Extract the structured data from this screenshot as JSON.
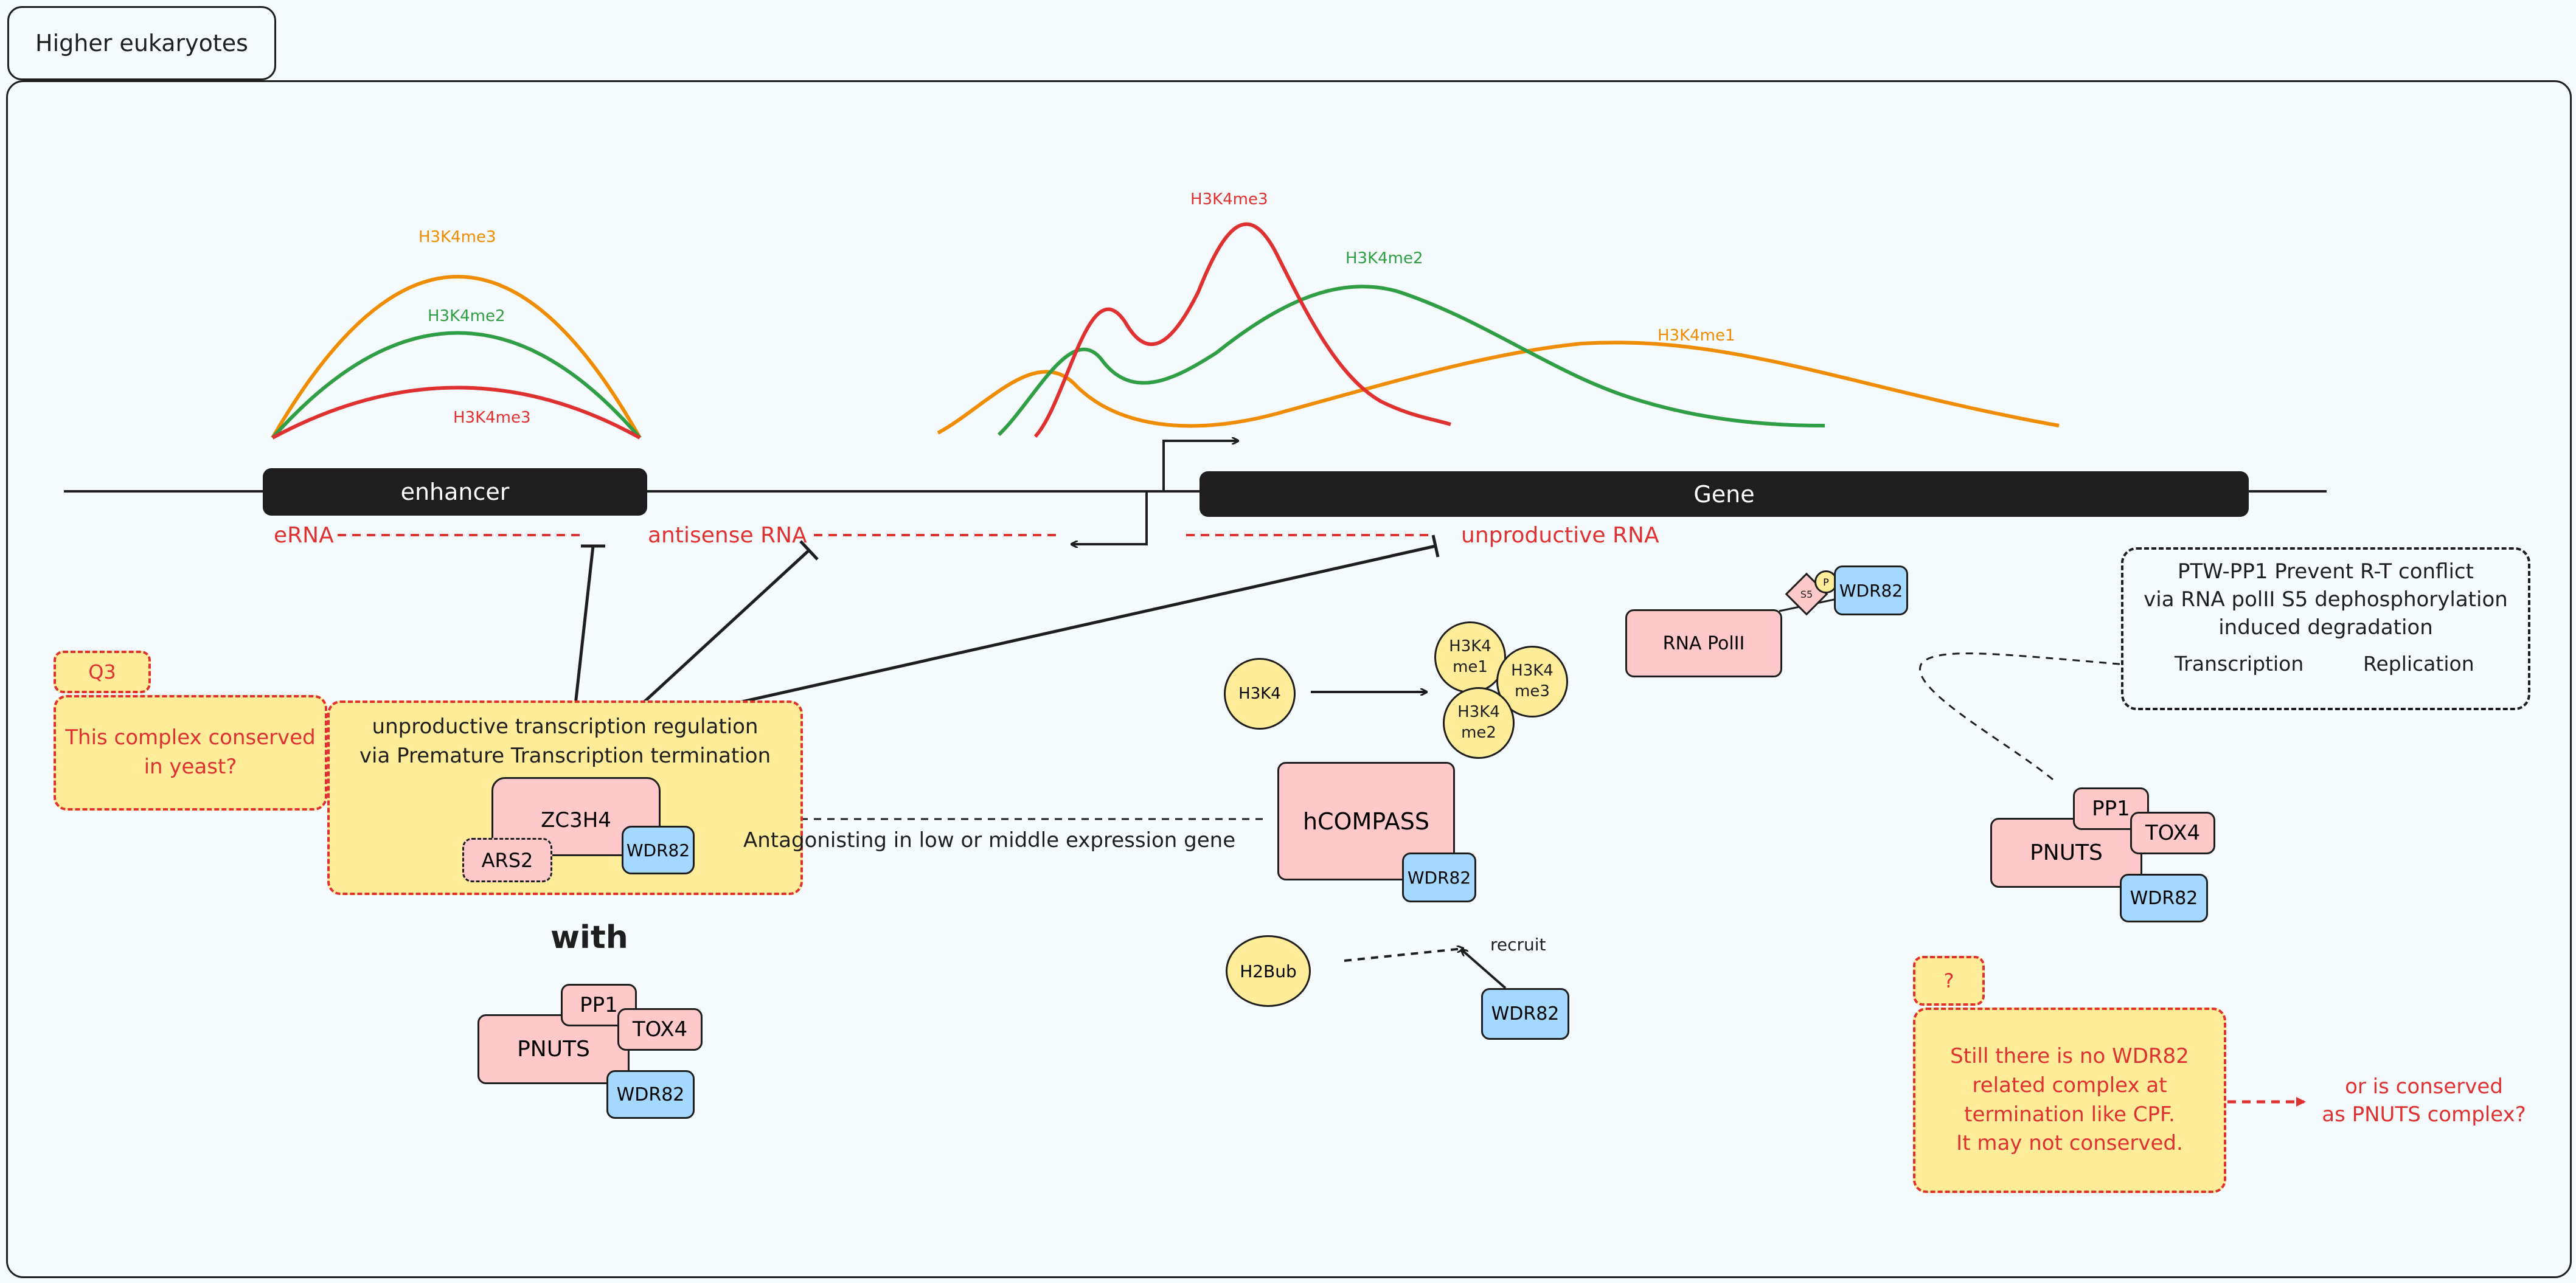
{
  "frame": {
    "title": "Higher eukaryotes"
  },
  "genome": {
    "enhancer_label": "enhancer",
    "gene_label": "Gene"
  },
  "enhancer_marks": {
    "top": "H3K4me3",
    "middle": "H3K4me2",
    "bottom": "H3K4me3"
  },
  "gene_marks": {
    "me3": "H3K4me3",
    "me2": "H3K4me2",
    "me1": "H3K4me1"
  },
  "rna": {
    "erna": "eRNA",
    "antisense": "antisense RNA",
    "unproductive": "unproductive RNA"
  },
  "question_box": {
    "tag": "Q3",
    "text": "This complex conserved\nin yeast?"
  },
  "regulation_box": {
    "title": "unproductive transcription regulation\nvia Premature Transcription termination",
    "zc3h4": "ZC3H4",
    "ars2": "ARS2",
    "wdr82": "WDR82"
  },
  "with_label": "with",
  "pnuts_left": {
    "pp1": "PP1",
    "pnuts": "PNUTS",
    "tox4": "TOX4",
    "wdr82": "WDR82"
  },
  "antagonism_label": "Antagonisting in low or middle expression gene",
  "compass": {
    "h3k4": "H3K4",
    "me1": "H3K4\nme1",
    "me3": "H3K4\nme3",
    "me2": "H3K4\nme2",
    "hcompass": "hCOMPASS",
    "wdr82": "WDR82",
    "h2bub": "H2Bub",
    "recruit": "recruit",
    "wdr82_free": "WDR82"
  },
  "polii": {
    "label": "RNA PolII",
    "s5": "S5",
    "p": "P",
    "wdr82": "WDR82"
  },
  "ptw_box": {
    "text": "PTW-PP1 Prevent R-T conflict\nvia RNA polII S5 dephosphorylation\ninduced degradation",
    "transcription": "Transcription",
    "replication": "Replication"
  },
  "pnuts_right": {
    "pp1": "PP1",
    "pnuts": "PNUTS",
    "tox4": "TOX4",
    "wdr82": "WDR82"
  },
  "unknown_box": {
    "tag": "?",
    "text": "Still there is no WDR82\nrelated complex at\ntermination like CPF.\nIt may not conserved.",
    "followup": "or is conserved\nas PNUTS complex?"
  },
  "colors": {
    "red": "#e03131",
    "green": "#2f9e44",
    "orange": "#f08c00",
    "pink": "#ffc9c9",
    "blue": "#a5d8ff",
    "yellow": "#ffec99",
    "dark": "#1e1e1e"
  }
}
